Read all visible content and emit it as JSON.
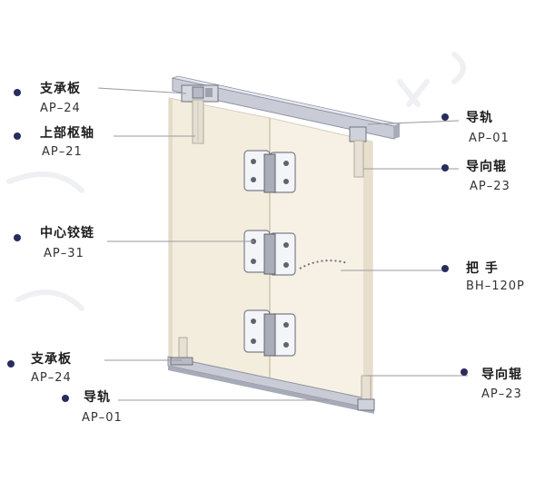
{
  "labels": {
    "support_plate_top": {
      "name": "支承板",
      "code": "AP–24"
    },
    "upper_pivot": {
      "name": "上部枢轴",
      "code": "AP–21"
    },
    "center_hinge": {
      "name": "中心铰链",
      "code": "AP–31"
    },
    "support_plate_bottom": {
      "name": "支承板",
      "code": "AP–24"
    },
    "guide_rail_bottom": {
      "name": "导轨",
      "code": "AP–01"
    },
    "guide_rail_top": {
      "name": "导轨",
      "code": "AP–01"
    },
    "guide_roller_top": {
      "name": "导向辊",
      "code": "AP–23"
    },
    "handle": {
      "name": "把 手",
      "code": "BH–120P"
    },
    "guide_roller_bottom": {
      "name": "导向辊",
      "code": "AP–23"
    }
  },
  "colors": {
    "panel": "#f3eddd",
    "rail": "#c9ccd6",
    "dot": "#2a2b5e",
    "leader": "#9a9aa0"
  }
}
